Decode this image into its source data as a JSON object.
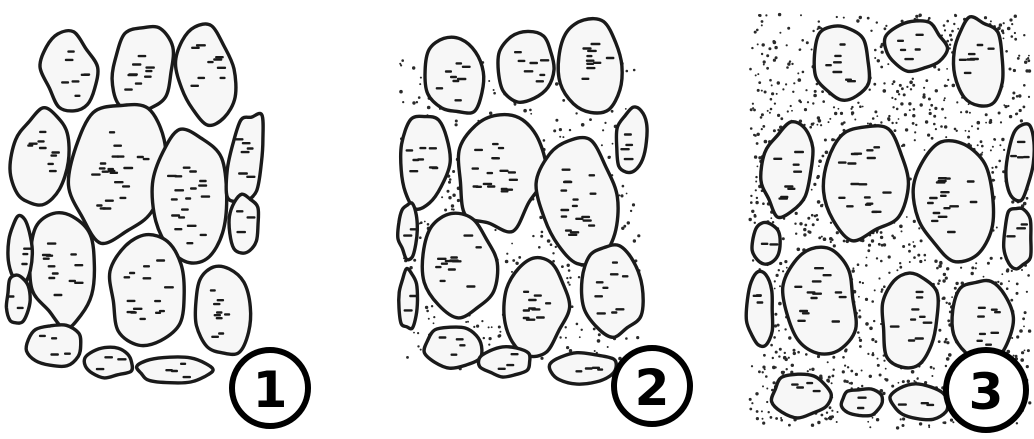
{
  "panels": [
    {
      "label": "1",
      "matrix": "none"
    },
    {
      "label": "2",
      "matrix": "sparse"
    },
    {
      "label": "3",
      "matrix": "dense"
    }
  ],
  "colors": {
    "outline": "#1a1a1a",
    "grain_fill": "#f7f7f7",
    "background": "#ffffff"
  }
}
